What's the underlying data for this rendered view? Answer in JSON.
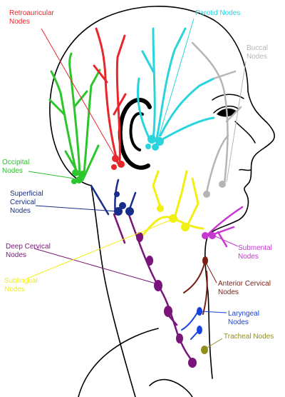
{
  "labels": {
    "retroauricular": [
      "Retroauricular",
      "Nodes"
    ],
    "parotid": [
      "Parotid Nodes"
    ],
    "buccal": [
      "Buccal",
      "Nodes"
    ],
    "occipital": [
      "Occipital",
      "Nodes"
    ],
    "superficial_cervical": [
      "Superficial",
      "Cervical",
      "Nodes"
    ],
    "deep_cervical": [
      "Deep Cervical",
      "Nodes"
    ],
    "submental": [
      "Submental",
      "Nodes"
    ],
    "sublingual": [
      "Sublingual",
      "Nodes"
    ],
    "anterior_cervical": [
      "Anterior Cervical",
      "Nodes"
    ],
    "laryngeal": [
      "Laryngeal",
      "Nodes"
    ],
    "tracheal": [
      "Tracheal Nodes"
    ]
  },
  "colors": {
    "retroauricular": "#e8262b",
    "parotid": "#2ad4dc",
    "buccal": "#b5b5b5",
    "occipital": "#2cc52c",
    "superficial_cervical": "#182c8c",
    "deep_cervical": "#7a137a",
    "submental": "#c837d2",
    "sublingual": "#f2ef12",
    "anterior_cervical": "#781e12",
    "laryngeal": "#1a42dc",
    "tracheal": "#8f8f1c",
    "outline": "#000000"
  }
}
